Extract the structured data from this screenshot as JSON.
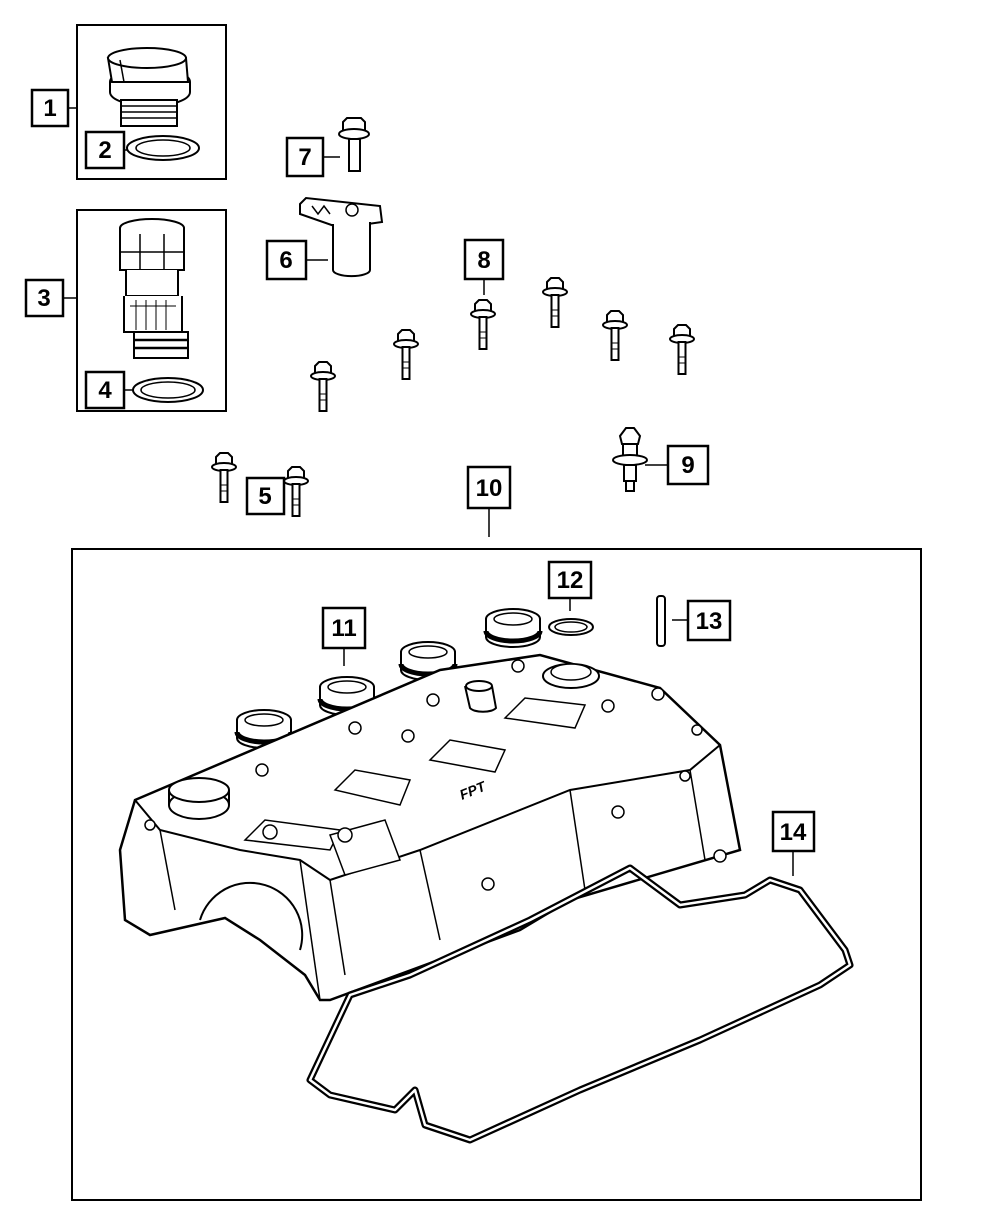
{
  "callouts": {
    "c1": "1",
    "c2": "2",
    "c3": "3",
    "c4": "4",
    "c5": "5",
    "c6": "6",
    "c7": "7",
    "c8": "8",
    "c9": "9",
    "c10": "10",
    "c11": "11",
    "c12": "12",
    "c13": "13",
    "c14": "14"
  },
  "engine_cover_marking": "FPT",
  "colors": {
    "stroke": "#000000",
    "fill": "#ffffff",
    "shade": "#dddddd"
  }
}
